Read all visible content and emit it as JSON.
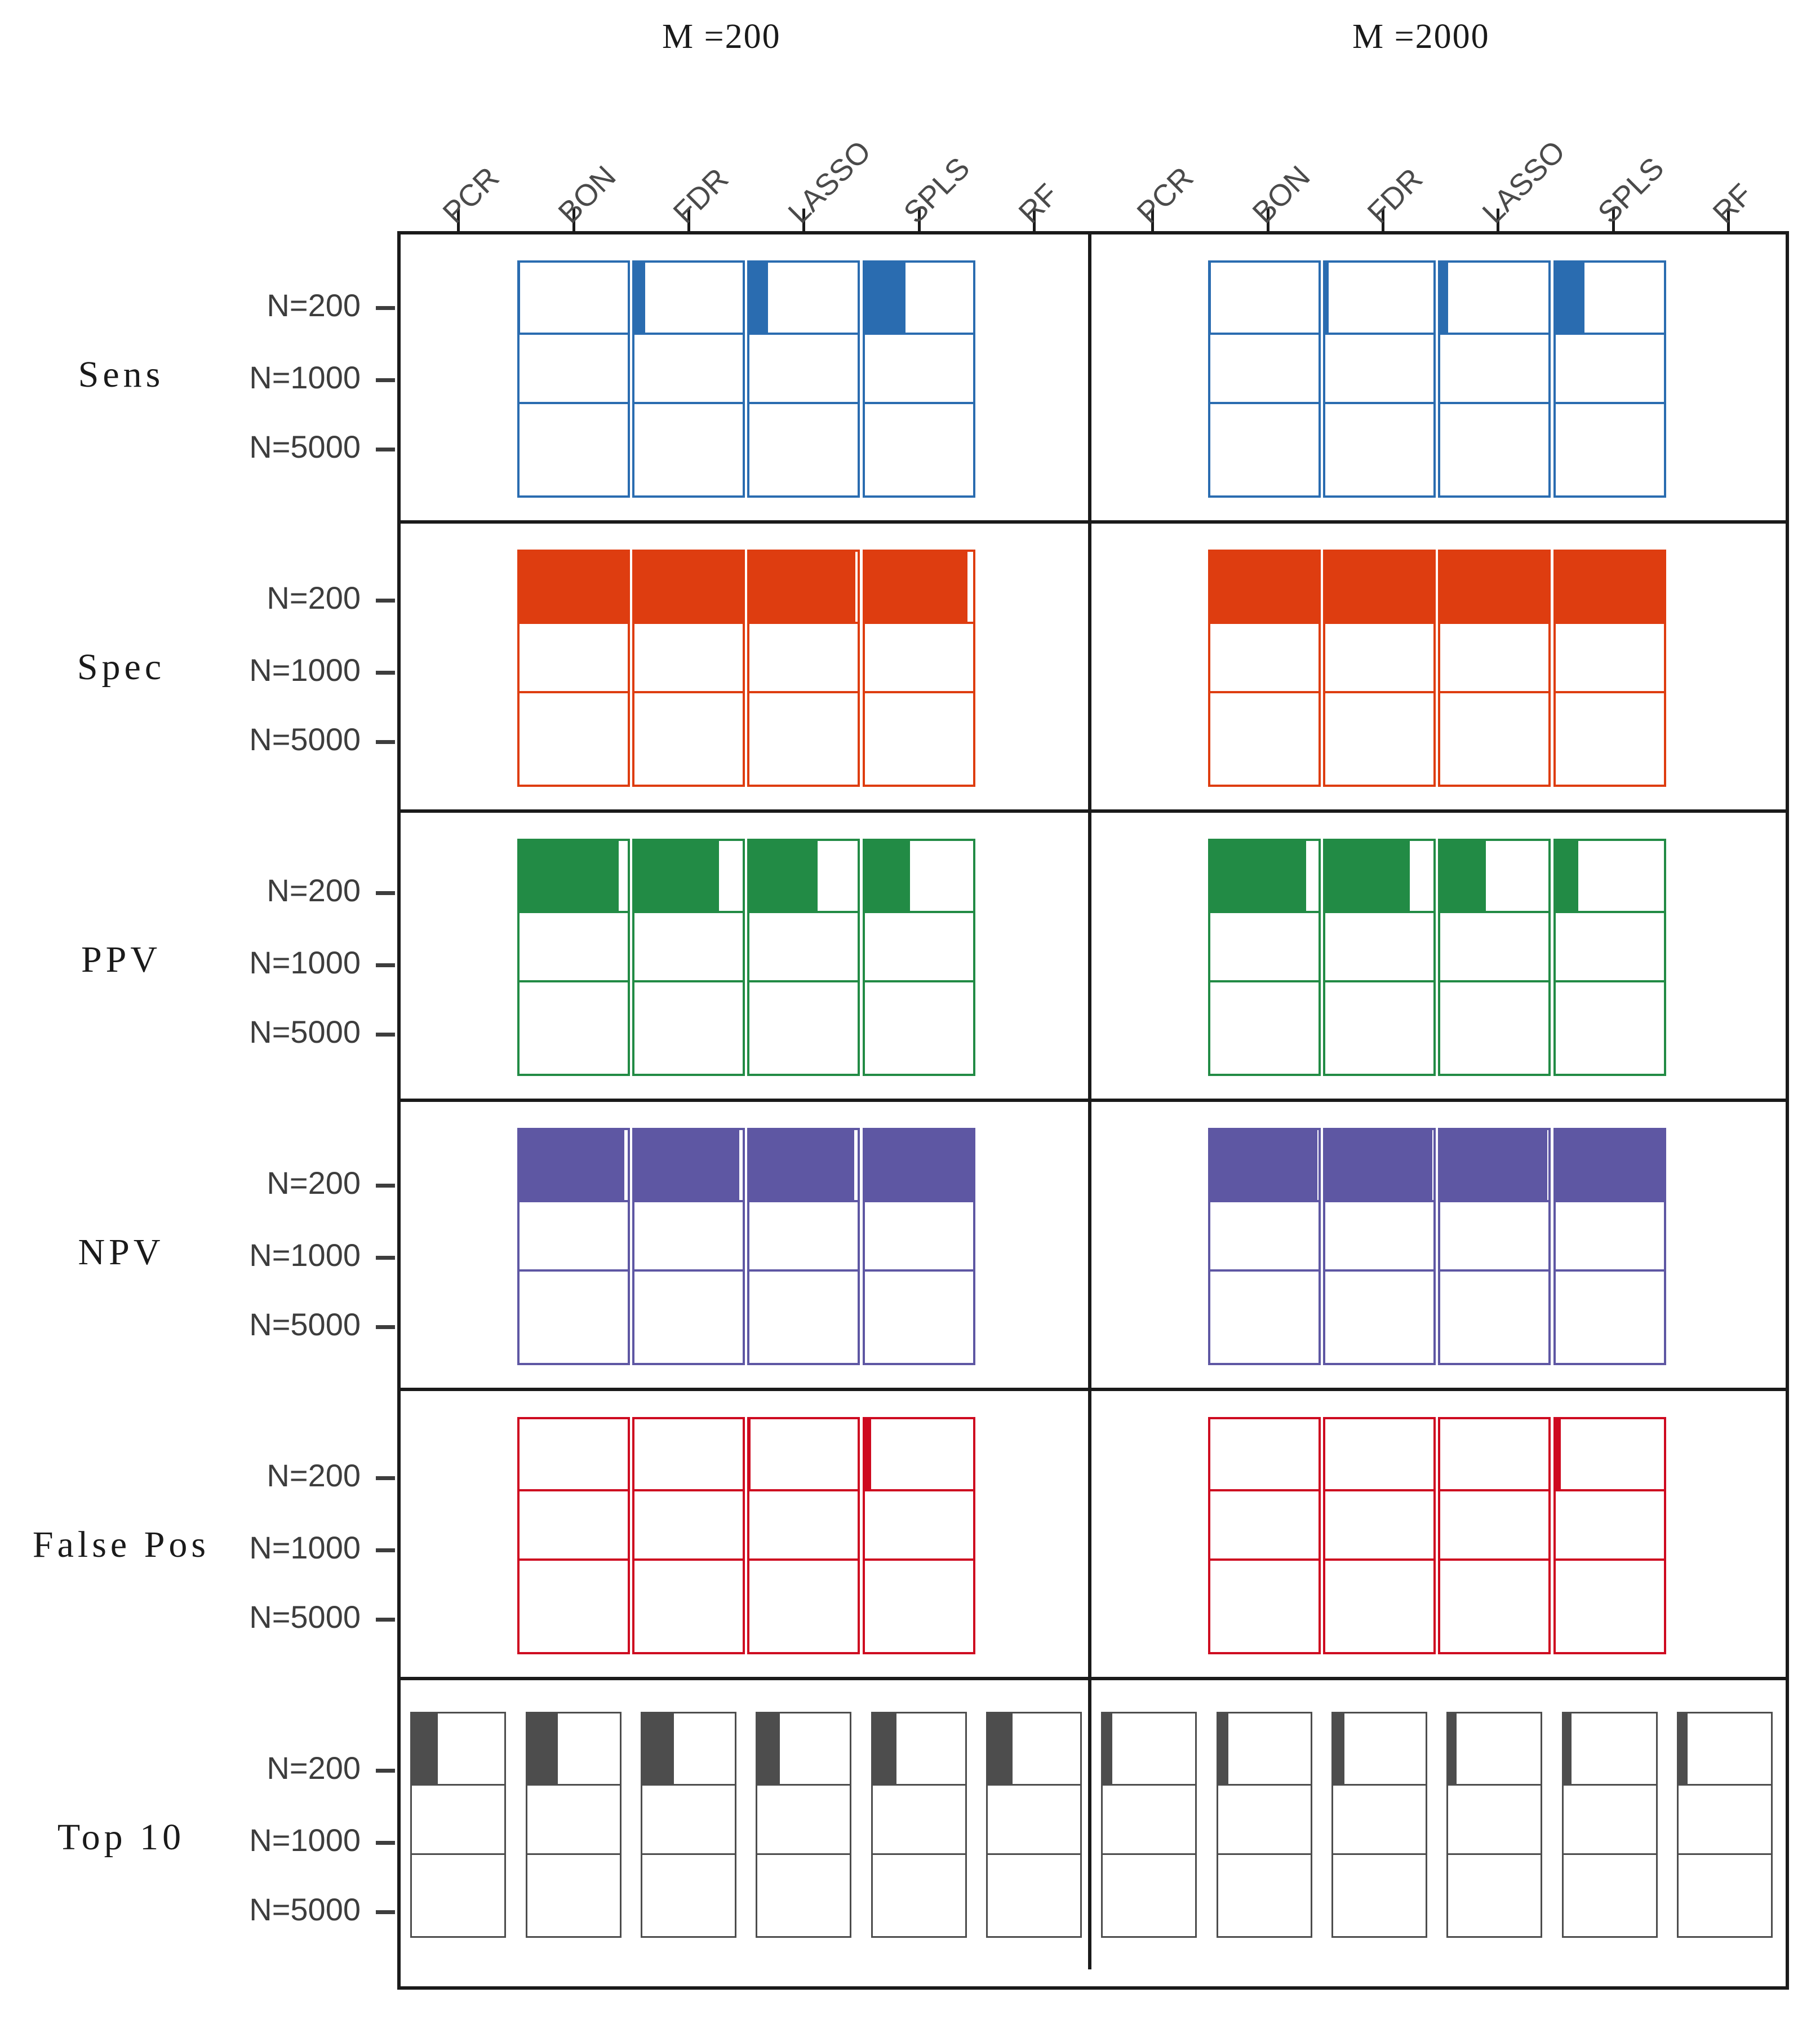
{
  "figure": {
    "type": "grouped-bar-matrix",
    "column_groups": [
      {
        "label": "M =200",
        "M": 200
      },
      {
        "label": "M =2000",
        "M": 2000
      }
    ],
    "methods": [
      "PCR",
      "BON",
      "FDR",
      "LASSO",
      "SPLS",
      "RF"
    ],
    "sample_sizes": [
      "N=200",
      "N=1000",
      "N=5000"
    ],
    "metrics": [
      "Sens",
      "Spec",
      "PPV",
      "NPV",
      "False Pos",
      "Top 10"
    ],
    "colors": {
      "Sens": "#2a6cb0",
      "Spec": "#de3d10",
      "PPV": "#228b45",
      "NPV": "#5e57a3",
      "False Pos": "#ce0a20",
      "Top 10": "#4d4d4d",
      "frame": "#1a1a1a",
      "axis_text": "#3d3d3d"
    }
  },
  "chart_data": {
    "type": "bar",
    "title": "",
    "xlabel": "",
    "ylabel": "",
    "xlim": [
      0,
      1
    ],
    "grid": false,
    "legend": "none",
    "note": "Each cell is a unit-width box; the colored portion is the value in [0,1]. Blank (no box) means the method was not evaluated for that metric.",
    "categories": [
      "PCR",
      "BON",
      "FDR",
      "LASSO",
      "SPLS",
      "RF"
    ],
    "rows": [
      "N=200",
      "N=1000",
      "N=5000"
    ],
    "panels": [
      {
        "metric": "Sens",
        "M": 200,
        "color": "#2a6cb0",
        "values": [
          [
            null,
            0.01,
            0.1,
            0.17,
            0.38,
            null
          ],
          [
            null,
            0.0,
            0.0,
            0.0,
            0.0,
            null
          ],
          [
            null,
            0.0,
            0.0,
            0.0,
            0.0,
            null
          ]
        ]
      },
      {
        "metric": "Sens",
        "M": 2000,
        "color": "#2a6cb0",
        "values": [
          [
            null,
            0.01,
            0.03,
            0.07,
            0.27,
            null
          ],
          [
            null,
            0.0,
            0.0,
            0.0,
            0.0,
            null
          ],
          [
            null,
            0.0,
            0.0,
            0.0,
            0.0,
            null
          ]
        ]
      },
      {
        "metric": "Spec",
        "M": 200,
        "color": "#de3d10",
        "values": [
          [
            null,
            1.0,
            1.0,
            0.98,
            0.95,
            null
          ],
          [
            null,
            0.0,
            0.0,
            0.0,
            0.0,
            null
          ],
          [
            null,
            0.0,
            0.0,
            0.0,
            0.0,
            null
          ]
        ]
      },
      {
        "metric": "Spec",
        "M": 2000,
        "color": "#de3d10",
        "values": [
          [
            null,
            1.0,
            1.0,
            1.0,
            1.0,
            null
          ],
          [
            null,
            0.0,
            0.0,
            0.0,
            0.0,
            null
          ],
          [
            null,
            0.0,
            0.0,
            0.0,
            0.0,
            null
          ]
        ]
      },
      {
        "metric": "PPV",
        "M": 200,
        "color": "#228b45",
        "values": [
          [
            null,
            0.92,
            0.78,
            0.63,
            0.42,
            null
          ],
          [
            null,
            0.0,
            0.0,
            0.0,
            0.0,
            null
          ],
          [
            null,
            0.0,
            0.0,
            0.0,
            0.0,
            null
          ]
        ]
      },
      {
        "metric": "PPV",
        "M": 2000,
        "color": "#228b45",
        "values": [
          [
            null,
            0.89,
            0.78,
            0.42,
            0.21,
            null
          ],
          [
            null,
            0.0,
            0.0,
            0.0,
            0.0,
            null
          ],
          [
            null,
            0.0,
            0.0,
            0.0,
            0.0,
            null
          ]
        ]
      },
      {
        "metric": "NPV",
        "M": 200,
        "color": "#5e57a3",
        "values": [
          [
            null,
            0.97,
            0.97,
            0.97,
            1.0,
            null
          ],
          [
            null,
            0.0,
            0.0,
            0.0,
            0.0,
            null
          ],
          [
            null,
            0.0,
            0.0,
            0.0,
            0.0,
            null
          ]
        ]
      },
      {
        "metric": "NPV",
        "M": 2000,
        "color": "#5e57a3",
        "values": [
          [
            null,
            0.99,
            0.99,
            0.99,
            1.0,
            null
          ],
          [
            null,
            0.0,
            0.0,
            0.0,
            0.0,
            null
          ],
          [
            null,
            0.0,
            0.0,
            0.0,
            0.0,
            null
          ]
        ]
      },
      {
        "metric": "False Pos",
        "M": 200,
        "color": "#ce0a20",
        "values": [
          [
            null,
            0.0,
            0.0,
            0.01,
            0.06,
            null
          ],
          [
            null,
            0.0,
            0.0,
            0.0,
            0.0,
            null
          ],
          [
            null,
            0.0,
            0.0,
            0.0,
            0.0,
            null
          ]
        ]
      },
      {
        "metric": "False Pos",
        "M": 2000,
        "color": "#ce0a20",
        "values": [
          [
            null,
            0.0,
            0.0,
            0.0,
            0.05,
            null
          ],
          [
            null,
            0.0,
            0.0,
            0.0,
            0.0,
            null
          ],
          [
            null,
            0.0,
            0.0,
            0.0,
            0.0,
            null
          ]
        ]
      },
      {
        "metric": "Top 10",
        "M": 200,
        "color": "#4d4d4d",
        "values": [
          [
            0.28,
            0.33,
            0.34,
            0.24,
            0.26,
            0.27
          ],
          [
            0.0,
            0.0,
            0.0,
            0.0,
            0.0,
            0.0
          ],
          [
            0.0,
            0.0,
            0.0,
            0.0,
            0.0,
            0.0
          ]
        ]
      },
      {
        "metric": "Top 10",
        "M": 2000,
        "color": "#4d4d4d",
        "values": [
          [
            0.1,
            0.11,
            0.12,
            0.09,
            0.09,
            0.1
          ],
          [
            0.0,
            0.0,
            0.0,
            0.0,
            0.0,
            0.0
          ],
          [
            0.0,
            0.0,
            0.0,
            0.0,
            0.0,
            0.0
          ]
        ]
      }
    ]
  }
}
